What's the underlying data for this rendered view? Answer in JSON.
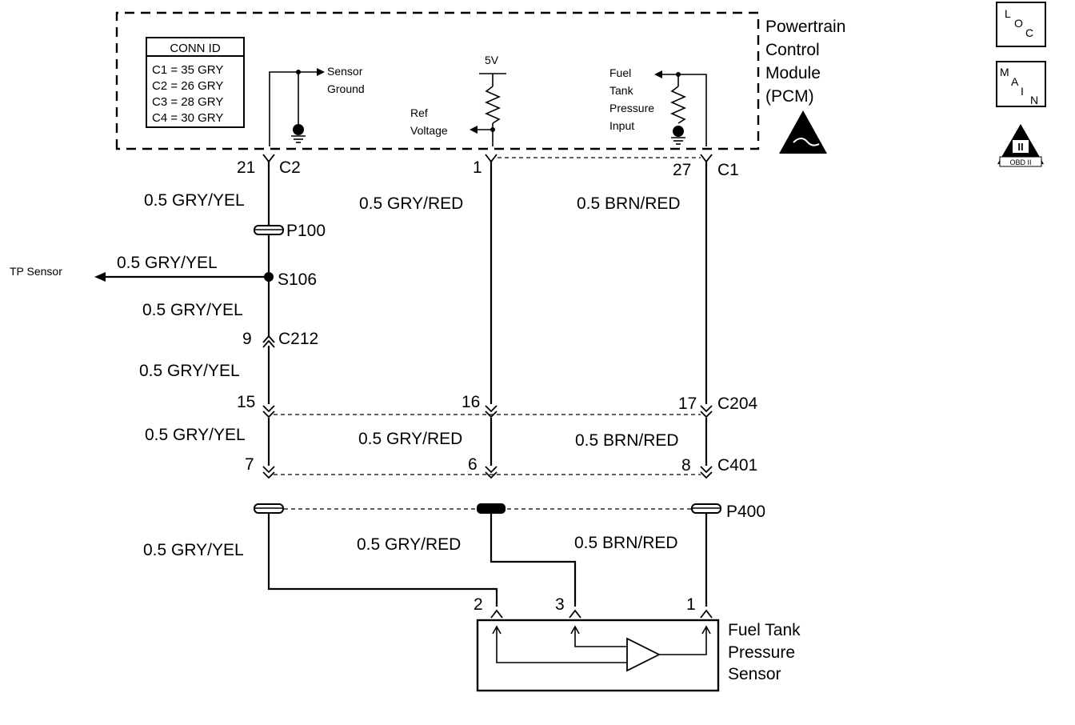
{
  "pcm": {
    "name_line1": "Powertrain",
    "name_line2": "Control",
    "name_line3": "Module",
    "name_line4": "(PCM)"
  },
  "conn_id": {
    "header": "CONN ID",
    "rows": [
      "C1 = 35 GRY",
      "C2 = 26 GRY",
      "C3 = 28 GRY",
      "C4 = 30 GRY"
    ]
  },
  "internal": {
    "sensor_ground_1": "Sensor",
    "sensor_ground_2": "Ground",
    "five_v": "5V",
    "ref_voltage_1": "Ref",
    "ref_voltage_2": "Voltage",
    "ftp_input_1": "Fuel",
    "ftp_input_2": "Tank",
    "ftp_input_3": "Pressure",
    "ftp_input_4": "Input"
  },
  "pins": {
    "pcm_c2_pin": "21",
    "pcm_c2": "C2",
    "pcm_c1_pin_ref": "1",
    "pcm_c1_pin_ftp": "27",
    "pcm_c1": "C1",
    "c212_pin": "9",
    "c212": "C212",
    "c204_pin_a": "15",
    "c204_pin_b": "16",
    "c204_pin_c": "17",
    "c204": "C204",
    "c401_pin_a": "7",
    "c401_pin_b": "6",
    "c401_pin_c": "8",
    "c401": "C401",
    "sensor_pin_2": "2",
    "sensor_pin_3": "3",
    "sensor_pin_1": "1"
  },
  "wires": {
    "gry_yel_1": "0.5 GRY/YEL",
    "gry_yel_2": "0.5 GRY/YEL",
    "gry_yel_3": "0.5 GRY/YEL",
    "gry_yel_4": "0.5 GRY/YEL",
    "gry_yel_5": "0.5 GRY/YEL",
    "gry_yel_6": "0.5 GRY/YEL",
    "gry_red_1": "0.5 GRY/RED",
    "gry_red_2": "0.5 GRY/RED",
    "gry_red_3": "0.5 GRY/RED",
    "brn_red_1": "0.5 BRN/RED",
    "brn_red_2": "0.5 BRN/RED",
    "brn_red_3": "0.5 BRN/RED"
  },
  "splices": {
    "p100": "P100",
    "s106": "S106",
    "p400": "P400",
    "tp_sensor": "TP Sensor"
  },
  "sensor": {
    "name_line1": "Fuel Tank",
    "name_line2": "Pressure",
    "name_line3": "Sensor"
  },
  "badges": {
    "loc_l": "L",
    "loc_o": "O",
    "loc_c": "C",
    "main_m": "M",
    "main_a": "A",
    "main_i": "I",
    "main_n": "N",
    "obd_numeral": "II",
    "obd_text": "OBD II"
  }
}
